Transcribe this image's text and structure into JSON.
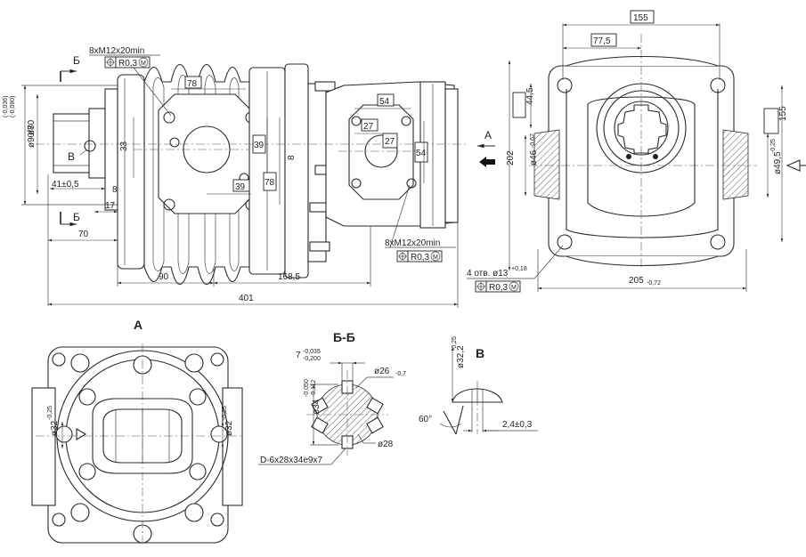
{
  "section_labels": {
    "view_a": "А",
    "section_bb": "Б-Б",
    "detail_v": "В"
  },
  "marks": {
    "section_b_top": "Б",
    "section_b_bottom": "Б",
    "view_a_arrow": "А",
    "detail_v_callout": "В"
  },
  "side_view": {
    "thread_spec_left": "8xM12x20min",
    "tolerance_left": "R0,3",
    "tolerance_left_mod": "M",
    "thread_spec_right": "8xM12x20min",
    "tolerance_right": "R0,3",
    "tolerance_right_mod": "M",
    "dim_78_top": "78",
    "dim_54_top": "54",
    "dim_27_a": "27",
    "dim_27_b": "27",
    "dim_54_side": "54",
    "dim_39_a": "39",
    "dim_39_b": "39",
    "dim_78_side": "78",
    "dim_33": "33",
    "dim_8_mid": "8",
    "dim_dia90": "ø90f8",
    "dim_dia90_tol_upper": "(-0,036)",
    "dim_dia90_tol_lower": "(-0,090)",
    "dim_dia70": "ø70",
    "dim_41": "41±0,5",
    "dim_8_low": "8",
    "dim_17": "17",
    "dim_70": "70",
    "dim_90": "90",
    "dim_168": "168,5",
    "dim_401": "401"
  },
  "front_view": {
    "dim_155_top": "155",
    "dim_77": "77,5",
    "dim_44": "44,5",
    "dim_155_side": "155",
    "dim_202": "202",
    "dim_dia46": "ø46",
    "dim_dia46_tol": "-0,62",
    "dim_dia49": "ø49,5",
    "dim_dia49_tol": "-0,25",
    "dim_205": "205",
    "dim_205_tol": "-0,72",
    "holes_note": "4 отв. ø13",
    "holes_tol": "+0,18",
    "tolerance_holes": "R0,3",
    "tolerance_holes_mod": "M"
  },
  "view_a": {
    "dim_dia32_left": "ø32",
    "dim_dia32_left_tol": "-0,25",
    "dim_dia32_right": "ø32",
    "dim_dia32_right_tol": "-0,25"
  },
  "section_bb": {
    "dim_7": "7",
    "dim_7_tol_upper": "-0,035",
    "dim_7_tol_lower": "-0,200",
    "dim_dia26": "ø26",
    "dim_dia26_tol": "-0,7",
    "dim_dia34": "ø34",
    "dim_dia34_tol_upper": "-0,050",
    "dim_dia34_tol_lower": "-0,112",
    "dim_dia28": "ø28",
    "spline_spec": "D-6x28x34e9x7"
  },
  "detail_v": {
    "dim_dia32": "ø32,2",
    "dim_dia32_tol": "-0,25",
    "dim_angle": "60°",
    "dim_2_4": "2,4±0,3"
  }
}
